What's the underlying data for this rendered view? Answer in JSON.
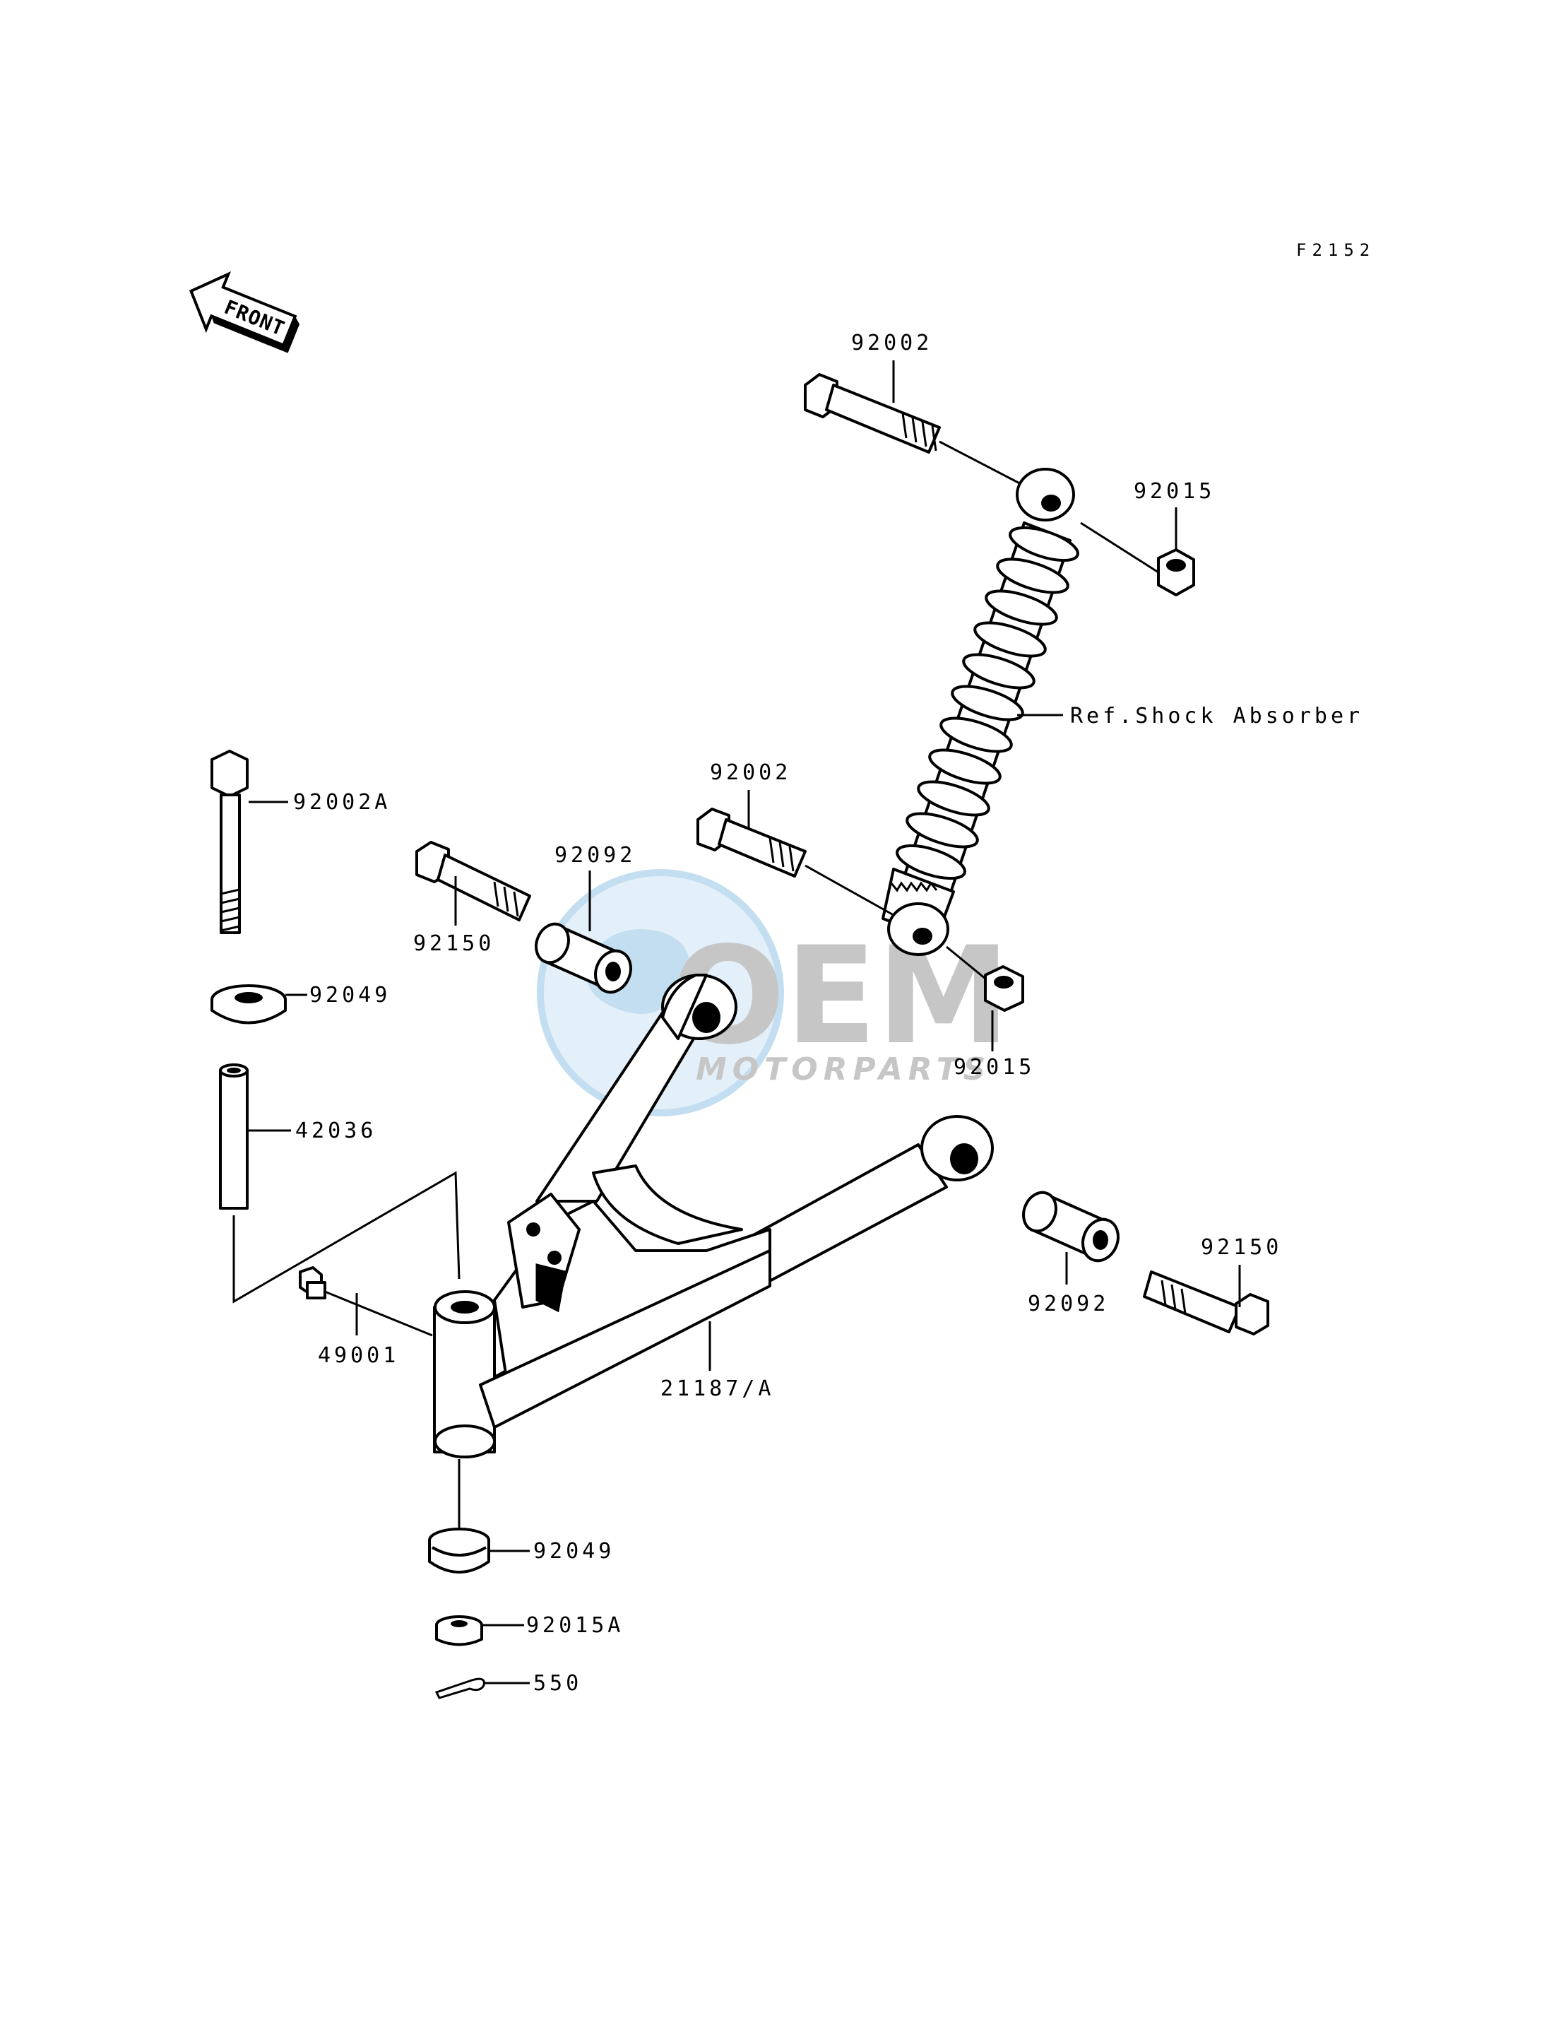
{
  "diagram_code": "F2152",
  "front_arrow_label": "FRONT",
  "watermark": {
    "brand": "OEM",
    "subtitle": "MOTORPARTS",
    "color": "#b9d9ee",
    "gray": "#bdbdbd"
  },
  "labels": {
    "bolt_upper": "92002",
    "nut_upper": "92015",
    "shock": "Ref.Shock Absorber",
    "bolt_lower_shock": "92002",
    "nut_lower_shock": "92015",
    "bolt_long": "92002A",
    "bolt_left": "92150",
    "bushing_left": "92092",
    "seal_top": "92049",
    "collar": "42036",
    "grease_nipple": "49001",
    "arm": "21187/A",
    "bushing_right": "92092",
    "bolt_right": "92150",
    "seal_bottom": "92049",
    "nut_bottom": "92015A",
    "cotter_pin": "550"
  }
}
